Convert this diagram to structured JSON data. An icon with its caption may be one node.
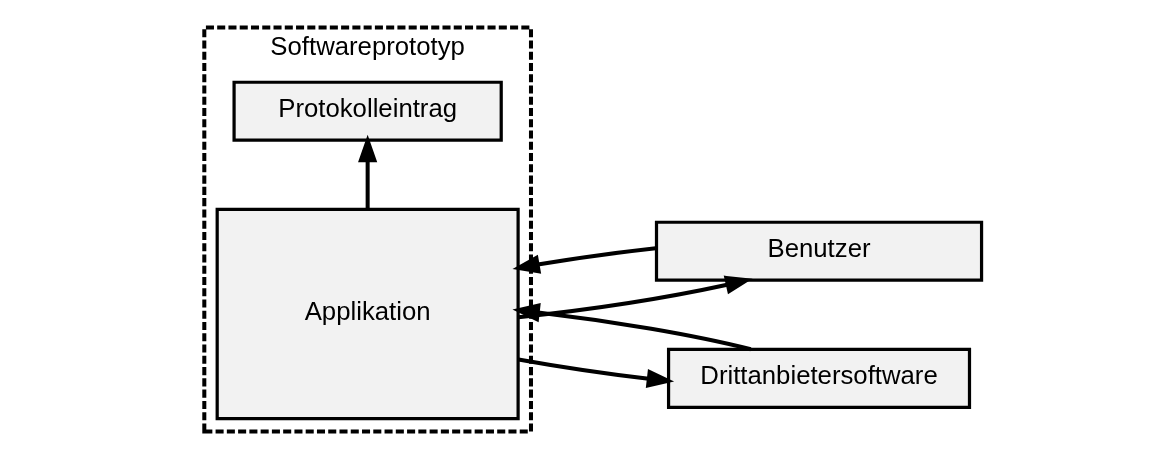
{
  "diagram": {
    "nodes": [
      {
        "text": [
          "Softwareprototyp"
        ]
      },
      {
        "text": [
          "Benutzer"
        ]
      },
      {
        "text": [
          "Applikation"
        ],
        "in": 0
      },
      {
        "text": [
          "Protokolleintrag"
        ],
        "in": 0
      },
      {
        "text": [
          "Drittanbietersoftware"
        ]
      }
    ],
    "edges": [
      {
        "from": 1,
        "to": 2,
        "arrow": "to"
      },
      {
        "from": 2,
        "to": 1,
        "arrow": "to"
      },
      {
        "from": 2,
        "to": 4,
        "arrow": "to"
      },
      {
        "from": 4,
        "to": 2,
        "arrow": "to"
      },
      {
        "from": 2,
        "to": 3,
        "arrow": "to"
      }
    ]
  }
}
